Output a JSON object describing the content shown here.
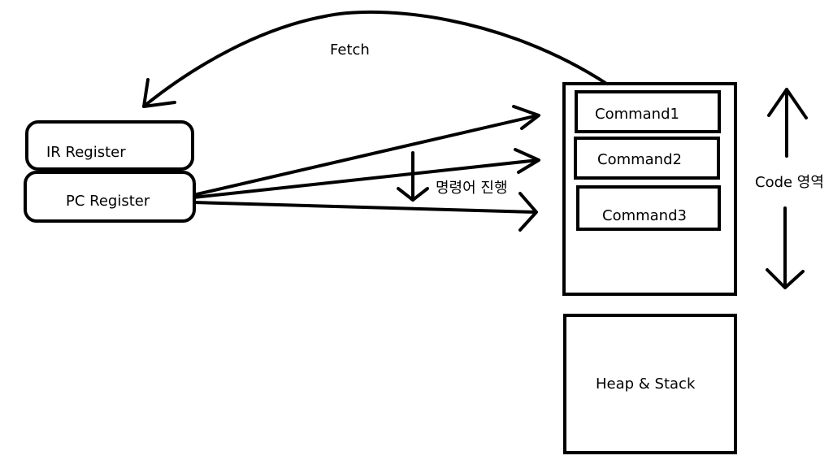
{
  "labels": {
    "fetch": "Fetch",
    "ir_register": "IR Register",
    "pc_register": "PC Register",
    "command1": "Command1",
    "command2": "Command2",
    "command3": "Command3",
    "progress": "명령어 진행",
    "code_area": "Code 영역",
    "heap_stack": "Heap & Stack"
  }
}
